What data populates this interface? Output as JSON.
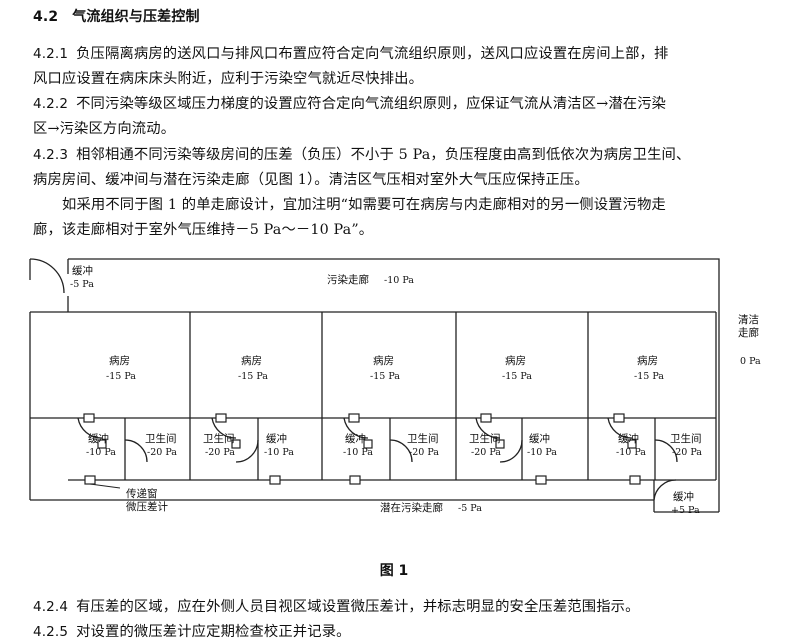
{
  "section": {
    "number": "4.2",
    "title": "气流组织与压差控制"
  },
  "clauses": {
    "c421": {
      "number": "4.2.1",
      "line1": "负压隔离病房的送风口与排风口布置应符合定向气流组织原则，送风口应设置在房间上部，排",
      "line2": "风口应设置在病床床头附近，应利于污染空气就近尽快排出。"
    },
    "c422": {
      "number": "4.2.2",
      "line1": "不同污染等级区域压力梯度的设置应符合定向气流组织原则，应保证气流从清洁区→潜在污染",
      "line2": "区→污染区方向流动。"
    },
    "c423": {
      "number": "4.2.3",
      "line1": "相邻相通不同污染等级房间的压差（负压）不小于 5 Pa，负压程度由高到低依次为病房卫生间、",
      "line2": "病房房间、缓冲间与潜在污染走廊（见图 1）。清洁区气压相对室外大气压应保持正压。",
      "para_line1": "如采用不同于图 1 的单走廊设计，宜加注明“如需要可在病房与内走廊相对的另一侧设置污物走",
      "para_line2": "廊，该走廊相对于室外气压维持－5 Pa～－10 Pa”。"
    },
    "c424": {
      "number": "4.2.4",
      "text": "有压差的区域，应在外侧人员目视区域设置微压差计，并标志明显的安全压差范围指示。"
    },
    "c425": {
      "number": "4.2.5",
      "text": "对设置的微压差计应定期检查校正并记录。"
    }
  },
  "figure": {
    "caption": "图 1",
    "top_buffer": {
      "label": "缓冲",
      "value": "-5 Pa"
    },
    "polluted_corridor": {
      "label": "污染走廊",
      "value": "-10 Pa"
    },
    "clean_corridor": {
      "label1": "清洁",
      "label2": "走廊",
      "value": "0 Pa"
    },
    "ward": {
      "label": "病房",
      "value": "-15 Pa"
    },
    "buffer": {
      "label": "缓冲",
      "value": "-10 Pa"
    },
    "bathroom": {
      "label": "卫生间",
      "value": "-20 Pa"
    },
    "pass_window": {
      "label1": "传递窗",
      "label2": "微压差计"
    },
    "potential_corridor": {
      "label": "潜在污染走廊",
      "value": "-5 Pa"
    },
    "bottom_buffer": {
      "label": "缓冲",
      "value": "+5 Pa"
    }
  }
}
